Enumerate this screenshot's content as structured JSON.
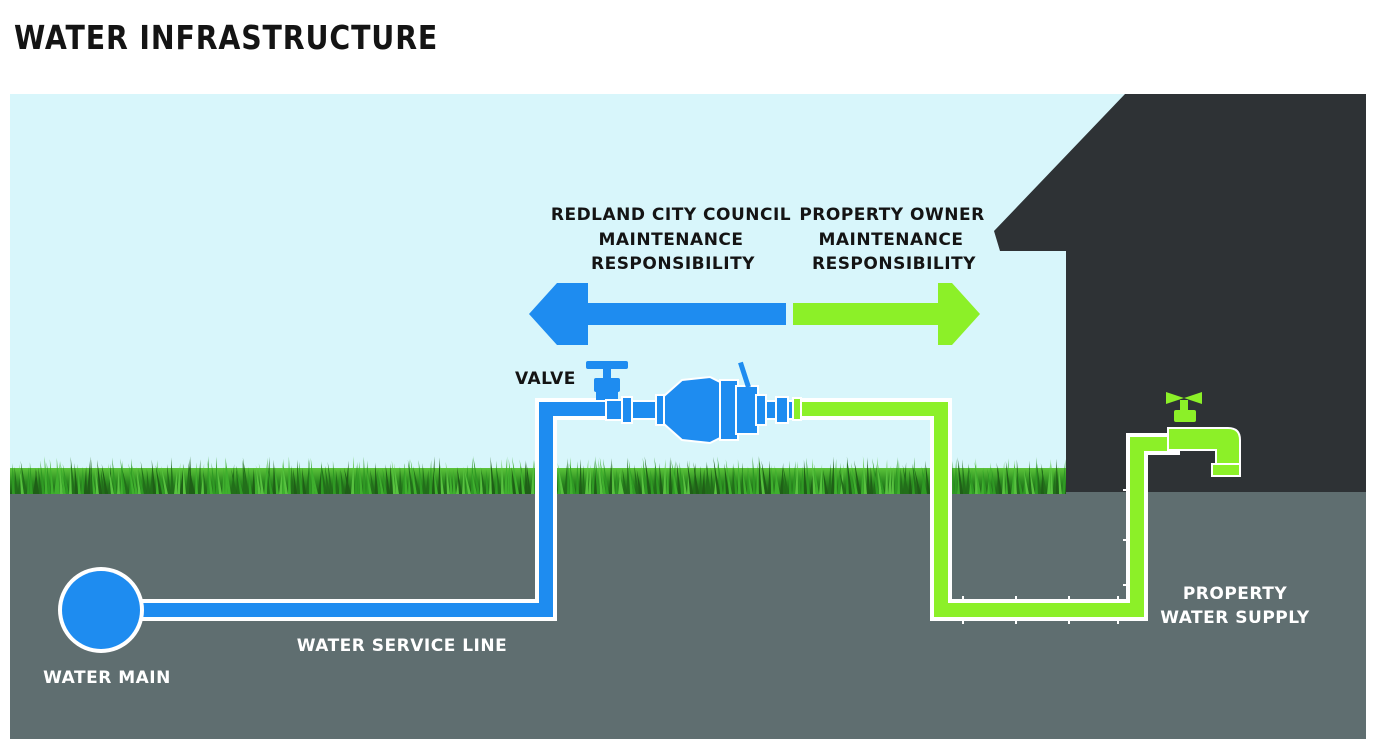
{
  "title": "WATER INFRASTRUCTURE",
  "labels": {
    "council": [
      "REDLAND CITY COUNCIL",
      "MAINTENANCE",
      "RESPONSIBILITY"
    ],
    "owner": [
      "PROPERTY OWNER",
      "MAINTENANCE",
      "RESPONSIBILITY"
    ],
    "valve": "VALVE",
    "water_main": "WATER MAIN",
    "service_line": "WATER SERVICE LINE",
    "property_supply": [
      "PROPERTY",
      "WATER SUPPLY"
    ]
  },
  "colors": {
    "sky": "#d8f6fb",
    "ground": "#5f6e70",
    "house": "#2e3235",
    "grass": "#2e8f22",
    "council_blue": "#1e8cf0",
    "owner_green": "#8cf028",
    "title": "#141414"
  }
}
